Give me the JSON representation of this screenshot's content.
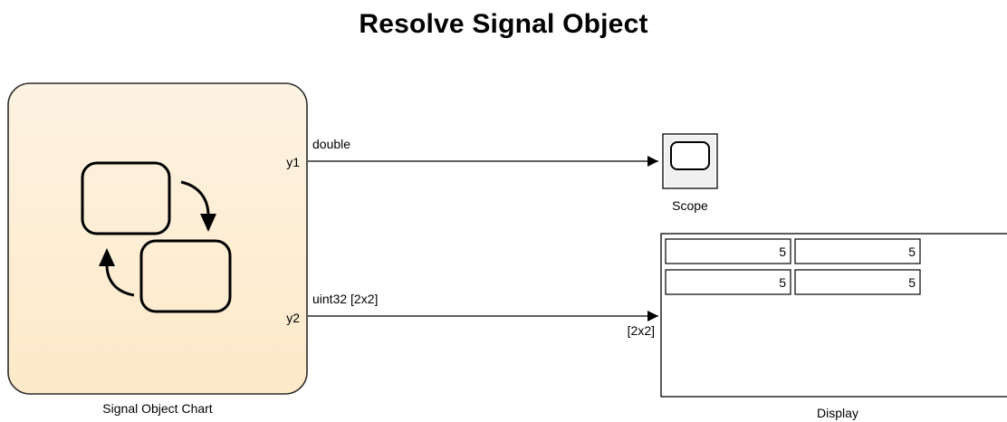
{
  "model": {
    "title": "Resolve Signal Object"
  },
  "chart_block": {
    "name": "Signal Object Chart",
    "port_y1": "y1",
    "port_y2": "y2",
    "icon": "state-transition-icon"
  },
  "signals": {
    "y1_type": "double",
    "y2_type": "uint32 [2x2]",
    "y2_dimension": "[2x2]"
  },
  "scope_block": {
    "name": "Scope",
    "icon": "scope-screen-icon"
  },
  "display_block": {
    "name": "Display",
    "values": [
      [
        "5",
        "5"
      ],
      [
        "5",
        "5"
      ]
    ]
  },
  "colors": {
    "chart_fill_top": "#fdf1de",
    "chart_fill_bottom": "#fdeacb",
    "chart_border": "#2b2b2b"
  }
}
